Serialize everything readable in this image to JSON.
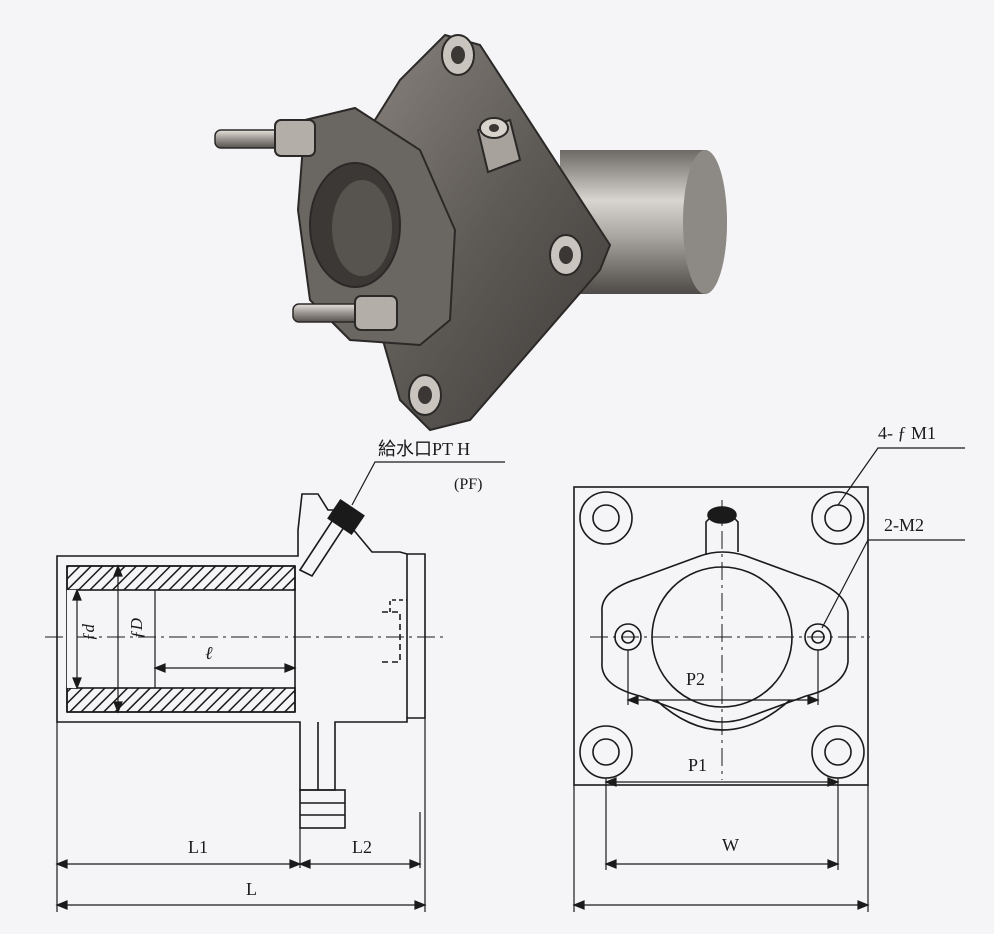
{
  "labels": {
    "water_inlet": "給水口PT H",
    "pf": "(PF)",
    "dim_d_small": "ƒd",
    "dim_d_large": "ƒD",
    "dim_ell": "ℓ",
    "dim_L1": "L1",
    "dim_L2": "L2",
    "dim_L": "L",
    "holes_M1": "4- ƒ M1",
    "holes_M2": "2-M2",
    "dim_P2": "P2",
    "dim_P1": "P1",
    "dim_W": "W"
  },
  "colors": {
    "line": "#1a1a1a",
    "metal_dark": "#4a4644",
    "metal_mid": "#7a7672",
    "metal_light": "#b9b5b0",
    "background": "#f5f4f6"
  }
}
